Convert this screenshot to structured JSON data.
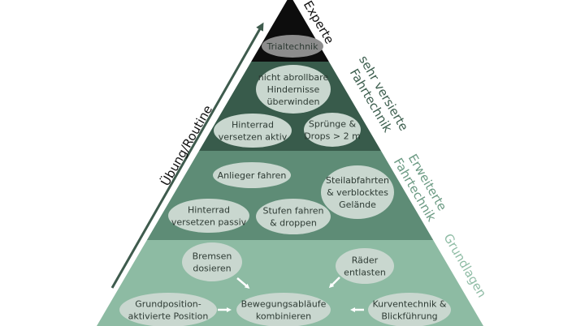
{
  "axis_label": "Übung/Routine",
  "colors": {
    "tier1": "#0d0d0d",
    "tier2": "#385b4b",
    "tier3": "#5e8c76",
    "tier4": "#8dbba3",
    "bubble": "#c9d7cf",
    "bubble_text": "#2e3b34",
    "arrow": "#3e5b4d"
  },
  "tiers": [
    {
      "key": "tier1",
      "label_lines": [
        "Experte"
      ],
      "label_color": "#111111",
      "bubbles": [
        {
          "lines": [
            "Trialtechnik"
          ]
        }
      ]
    },
    {
      "key": "tier2",
      "label_lines": [
        "sehr versierte",
        "Fahrtechnik"
      ],
      "label_color": "#3c5e4e",
      "bubbles": [
        {
          "lines": [
            "nicht abrollbare",
            "Hindernisse",
            "überwinden"
          ]
        },
        {
          "lines": [
            "Hinterrad",
            "versetzen aktiv"
          ]
        },
        {
          "lines": [
            "Sprünge &",
            "Drops > 2 m"
          ]
        }
      ]
    },
    {
      "key": "tier3",
      "label_lines": [
        "Erweiterte",
        "Fahrtechnik"
      ],
      "label_color": "#6b9a83",
      "bubbles": [
        {
          "lines": [
            "Anlieger fahren"
          ]
        },
        {
          "lines": [
            "Steilabfahrten",
            "& verblocktes",
            "Gelände"
          ]
        },
        {
          "lines": [
            "Hinterrad",
            "versetzen passiv"
          ]
        },
        {
          "lines": [
            "Stufen fahren",
            "& droppen"
          ]
        }
      ]
    },
    {
      "key": "tier4",
      "label_lines": [
        "Grundlagen"
      ],
      "label_color": "#8fbca5",
      "bubbles": [
        {
          "lines": [
            "Bremsen",
            "dosieren"
          ]
        },
        {
          "lines": [
            "Räder",
            "entlasten"
          ]
        },
        {
          "lines": [
            "Grundposition-",
            "aktivierte Position"
          ]
        },
        {
          "lines": [
            "Bewegungsabläufe",
            "kombinieren"
          ]
        },
        {
          "lines": [
            "Kurventechnik &",
            "Blickführung"
          ]
        }
      ]
    }
  ]
}
